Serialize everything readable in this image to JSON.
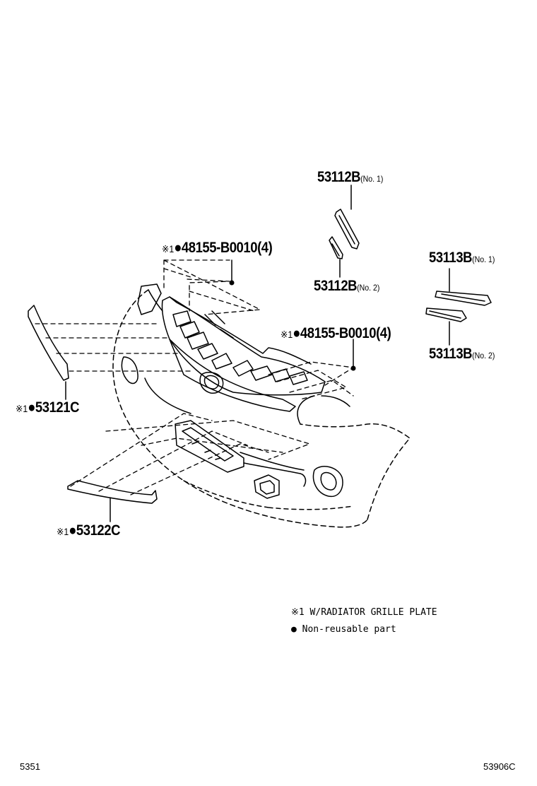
{
  "labels": {
    "l_53112b_no1": {
      "part": "53112B",
      "suffix": "(No. 1)"
    },
    "l_53112b_no2": {
      "part": "53112B",
      "suffix": "(No. 2)"
    },
    "l_53113b_no1": {
      "part": "53113B",
      "suffix": "(No. 1)"
    },
    "l_53113b_no2": {
      "part": "53113B",
      "suffix": "(No. 2)"
    },
    "l_48155_top": {
      "prefix": "※1",
      "bullet": "●",
      "part": "48155-B0010(4)"
    },
    "l_48155_right": {
      "prefix": "※1",
      "bullet": "●",
      "part": "48155-B0010(4)"
    },
    "l_53121c": {
      "prefix": "※1",
      "bullet": "●",
      "part": "53121C"
    },
    "l_53122c": {
      "prefix": "※1",
      "bullet": "●",
      "part": "53122C"
    }
  },
  "legend": {
    "note1": "※1 W/RADIATOR GRILLE PLATE",
    "note2": "● Non-reusable part"
  },
  "footer": {
    "left": "5351",
    "right": "53906C"
  }
}
